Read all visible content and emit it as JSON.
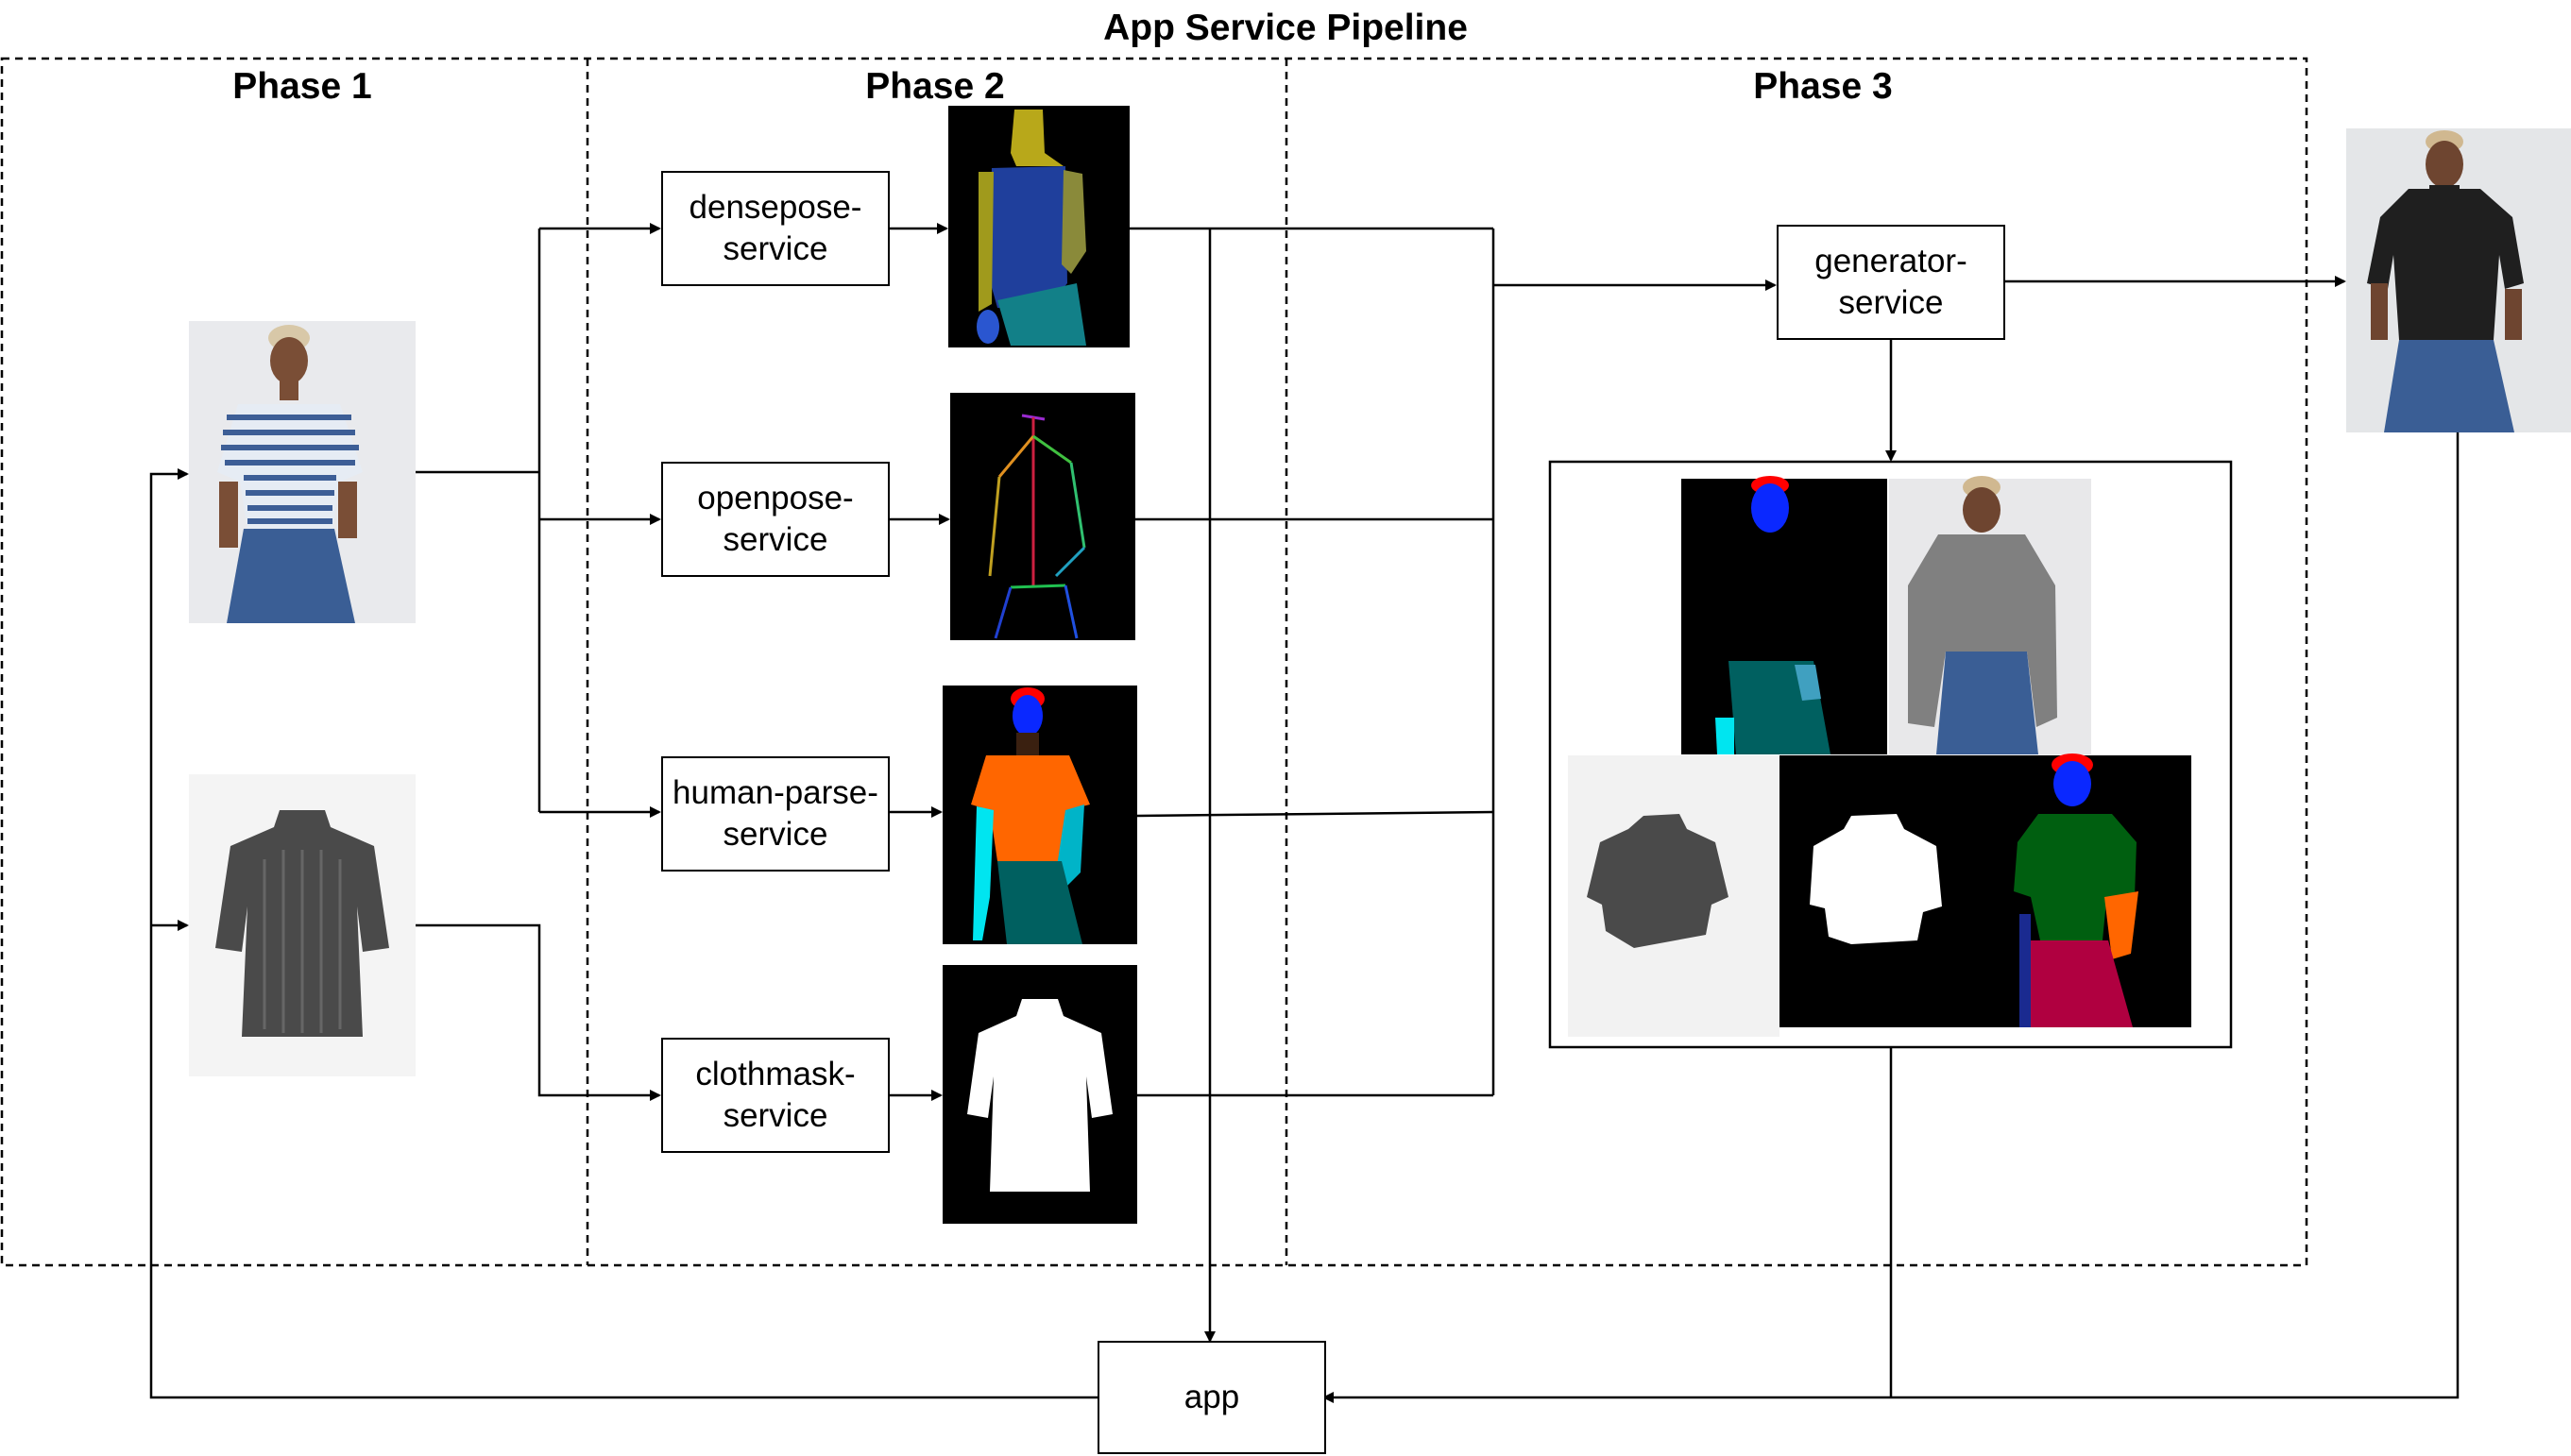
{
  "title": "App Service Pipeline",
  "phases": [
    "Phase 1",
    "Phase 2",
    "Phase 3"
  ],
  "services": {
    "densepose": "densepose-\nservice",
    "openpose": "openpose-\nservice",
    "human_parse": "human-parse-\nservice",
    "clothmask": "clothmask-\nservice",
    "generator": "generator-\nservice"
  },
  "app": "app",
  "colors": {
    "line": "#000000",
    "densepose_torso": "#1E3C9C",
    "parse_shirt": "#FF6600",
    "parse_arm": "#00E5F0",
    "parse_pants": "#006060",
    "parse_face": "#0A28FF",
    "parse_hair": "#FF0000",
    "gray_cloth": "#808080",
    "green_shirt": "#005F10",
    "red_pants": "#B00040"
  }
}
